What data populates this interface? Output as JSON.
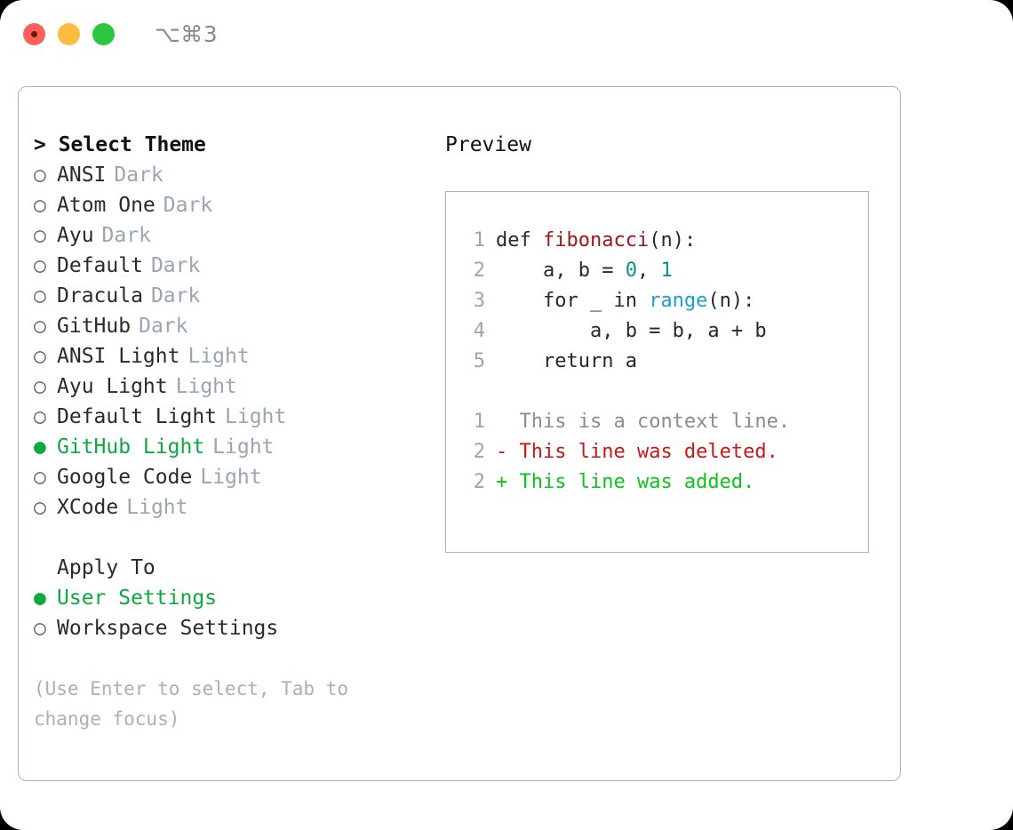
{
  "titlebar": {
    "shortcut": "⌥⌘3",
    "buttons": [
      "close",
      "minimize",
      "maximize"
    ]
  },
  "theme_list": {
    "header": "> Select Theme",
    "marker_selected": "●",
    "marker_unselected": "○",
    "items": [
      {
        "name": "ANSI",
        "variant": "Dark",
        "selected": false
      },
      {
        "name": "Atom One",
        "variant": "Dark",
        "selected": false
      },
      {
        "name": "Ayu",
        "variant": "Dark",
        "selected": false
      },
      {
        "name": "Default",
        "variant": "Dark",
        "selected": false
      },
      {
        "name": "Dracula",
        "variant": "Dark",
        "selected": false
      },
      {
        "name": "GitHub",
        "variant": "Dark",
        "selected": false
      },
      {
        "name": "ANSI Light",
        "variant": "Light",
        "selected": false
      },
      {
        "name": "Ayu Light",
        "variant": "Light",
        "selected": false
      },
      {
        "name": "Default Light",
        "variant": "Light",
        "selected": false
      },
      {
        "name": "GitHub Light",
        "variant": "Light",
        "selected": true
      },
      {
        "name": "Google Code",
        "variant": "Light",
        "selected": false
      },
      {
        "name": "XCode",
        "variant": "Light",
        "selected": false
      }
    ]
  },
  "apply_to": {
    "title": "Apply To",
    "items": [
      {
        "name": "User Settings",
        "selected": true
      },
      {
        "name": "Workspace Settings",
        "selected": false
      }
    ]
  },
  "hint": "(Use Enter to select, Tab to change focus)",
  "preview": {
    "title": "Preview",
    "code_lines": [
      {
        "no": "1",
        "tokens": [
          {
            "t": "def ",
            "c": "plain"
          },
          {
            "t": "fibonacci",
            "c": "fn"
          },
          {
            "t": "(n):",
            "c": "plain"
          }
        ]
      },
      {
        "no": "2",
        "tokens": [
          {
            "t": "    a, b = ",
            "c": "plain"
          },
          {
            "t": "0",
            "c": "num"
          },
          {
            "t": ", ",
            "c": "plain"
          },
          {
            "t": "1",
            "c": "num"
          }
        ]
      },
      {
        "no": "3",
        "tokens": [
          {
            "t": "    for _ in ",
            "c": "plain"
          },
          {
            "t": "range",
            "c": "call"
          },
          {
            "t": "(n):",
            "c": "plain"
          }
        ]
      },
      {
        "no": "4",
        "tokens": [
          {
            "t": "        a, b = b, a + b",
            "c": "plain"
          }
        ]
      },
      {
        "no": "5",
        "tokens": [
          {
            "t": "    return a",
            "c": "plain"
          }
        ]
      }
    ],
    "diff_lines": [
      {
        "no": "1",
        "sign": "  ",
        "text": "This is a context line.",
        "kind": "context"
      },
      {
        "no": "2",
        "sign": "- ",
        "text": "This line was deleted.",
        "kind": "del"
      },
      {
        "no": "2",
        "sign": "+ ",
        "text": "This line was added.",
        "kind": "add"
      }
    ]
  },
  "colors": {
    "background": "#000000",
    "window": "#ffffff",
    "border": "#a9b2c0",
    "accent_green": "#0ba93f",
    "muted": "#9aa5b4",
    "hint": "#a7b0bd",
    "fn_red": "#a3141c",
    "number_teal": "#0f8f8f",
    "call_blue": "#1a9fd4",
    "diff_del": "#d01414",
    "diff_add": "#0ac419",
    "traffic_red": "#fc6058",
    "traffic_yellow": "#fdbc40",
    "traffic_green": "#2ac73f"
  }
}
